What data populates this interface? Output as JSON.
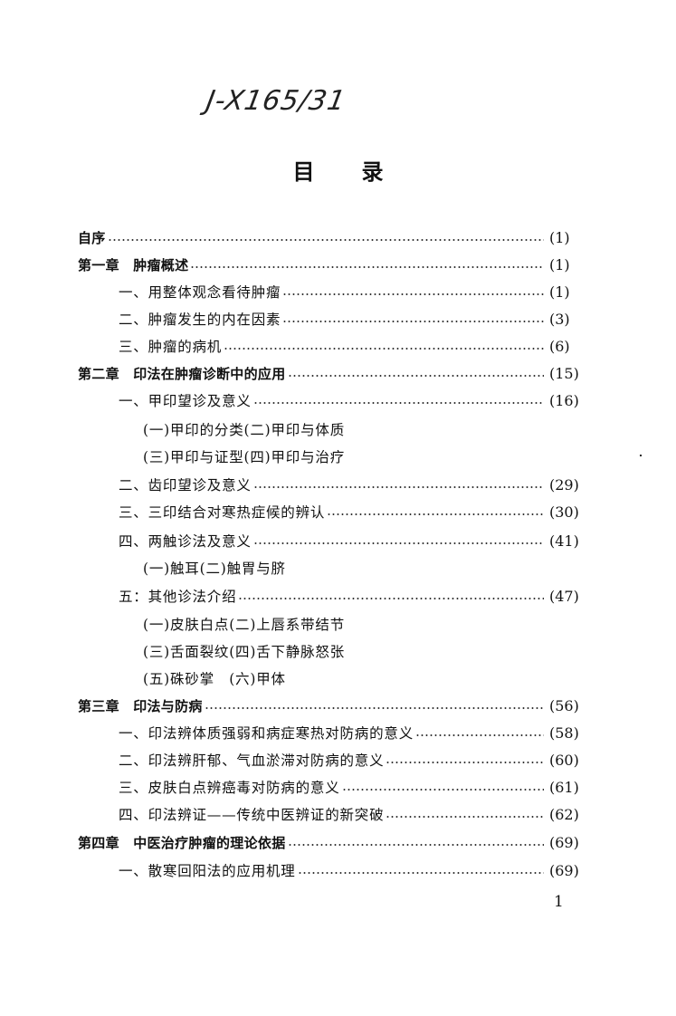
{
  "handwritten_note": "J-X165/31",
  "title": {
    "char1": "目",
    "char2": "录"
  },
  "toc": [
    {
      "label": "自序",
      "page": "(1)",
      "level": 0
    },
    {
      "label": "第一章　肿瘤概述",
      "page": "(1)",
      "level": 0
    },
    {
      "label": "一、用整体观念看待肿瘤",
      "page": "(1)",
      "level": 1
    },
    {
      "label": "二、肿瘤发生的内在因素",
      "page": "(3)",
      "level": 1
    },
    {
      "label": "三、肿瘤的病机",
      "page": "(6)",
      "level": 1
    },
    {
      "label": "第二章　印法在肿瘤诊断中的应用",
      "page": "(15)",
      "level": 0
    },
    {
      "label": "一、甲印望诊及意义",
      "page": "(16)",
      "level": 1
    },
    {
      "label": "(一)甲印的分类(二)甲印与体质",
      "page": "",
      "level": 2
    },
    {
      "label": "(三)甲印与证型(四)甲印与治疗",
      "page": "",
      "level": 2
    },
    {
      "label": "二、齿印望诊及意义",
      "page": "(29)",
      "level": 1
    },
    {
      "label": "三、三印结合对寒热症候的辨认",
      "page": "(30)",
      "level": 1
    },
    {
      "label": "四、两触诊法及意义",
      "page": "(41)",
      "level": 1
    },
    {
      "label": "(一)触耳(二)触胃与脐",
      "page": "",
      "level": 2
    },
    {
      "label": "五：其他诊法介绍",
      "page": "(47)",
      "level": 1
    },
    {
      "label": "(一)皮肤白点(二)上唇系带结节",
      "page": "",
      "level": 2
    },
    {
      "label": "(三)舌面裂纹(四)舌下静脉怒张",
      "page": "",
      "level": 2
    },
    {
      "label": "(五)硃砂掌　(六)甲体",
      "page": "",
      "level": 2
    },
    {
      "label": "第三章　印法与防病",
      "page": "(56)",
      "level": 0
    },
    {
      "label": "一、印法辨体质强弱和病症寒热对防病的意义",
      "page": "(58)",
      "level": 1
    },
    {
      "label": "二、印法辨肝郁、气血淤滞对防病的意义",
      "page": "(60)",
      "level": 1
    },
    {
      "label": "三、皮肤白点辨癌毒对防病的意义",
      "page": "(61)",
      "level": 1
    },
    {
      "label": "四、印法辨证——传统中医辨证的新突破",
      "page": "(62)",
      "level": 1
    },
    {
      "label": "第四章　中医治疗肿瘤的理论依据",
      "page": "(69)",
      "level": 0
    },
    {
      "label": "一、散寒回阳法的应用机理",
      "page": "(69)",
      "level": 1
    }
  ],
  "page_number": "1"
}
